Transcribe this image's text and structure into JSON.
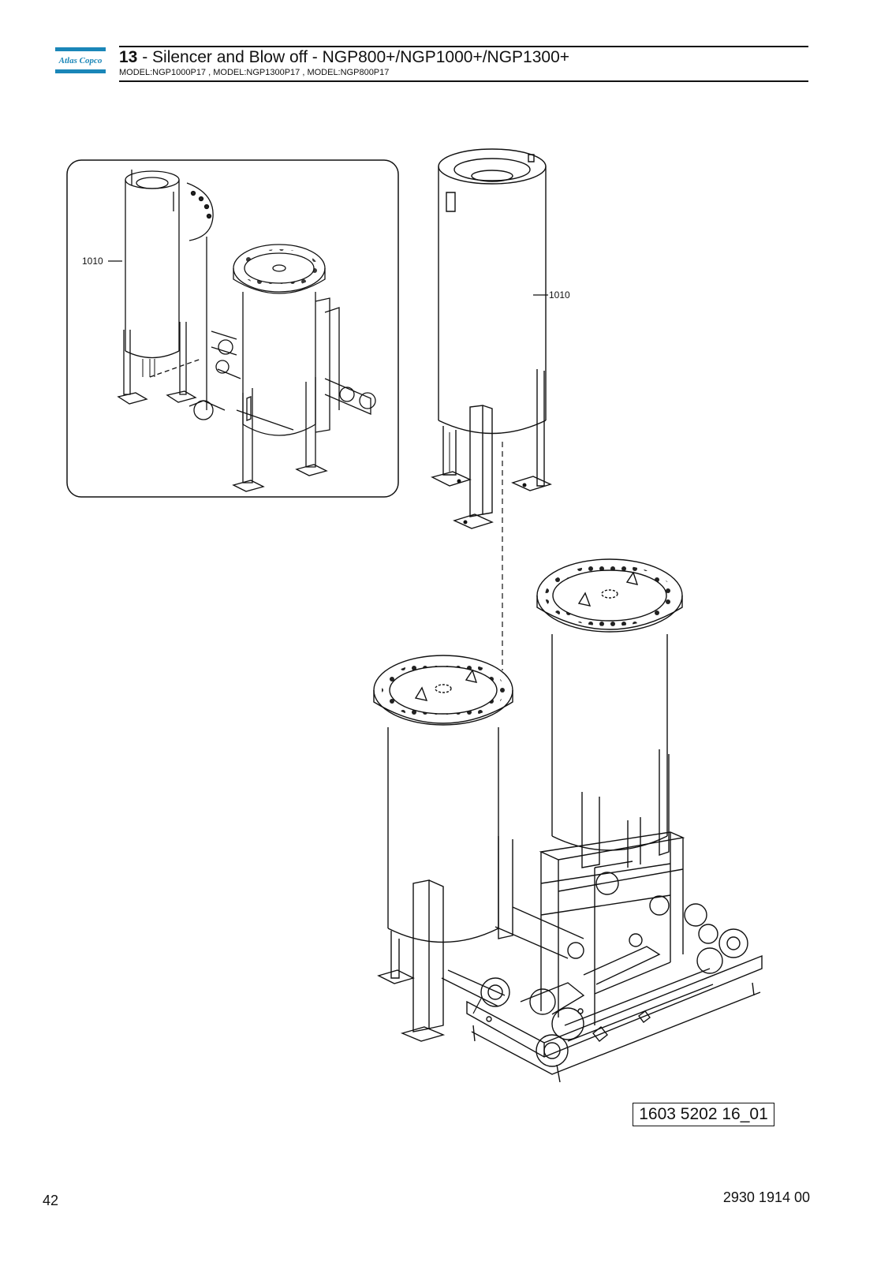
{
  "header": {
    "logo_text": "Atlas Copco",
    "section_number": "13",
    "section_title": " - Silencer and Blow off - NGP800+/NGP1000+/NGP1300+",
    "models": "MODEL:NGP1000P17 , MODEL:NGP1300P17 , MODEL:NGP800P17"
  },
  "callouts": {
    "inset_part": "1010",
    "main_part": "1010"
  },
  "figure_reference": "1603 5202 16_01",
  "footer": {
    "page_number": "42",
    "document_number": "2930 1914 00"
  },
  "colors": {
    "brand_blue": "#1a86b8",
    "line": "#111111"
  }
}
